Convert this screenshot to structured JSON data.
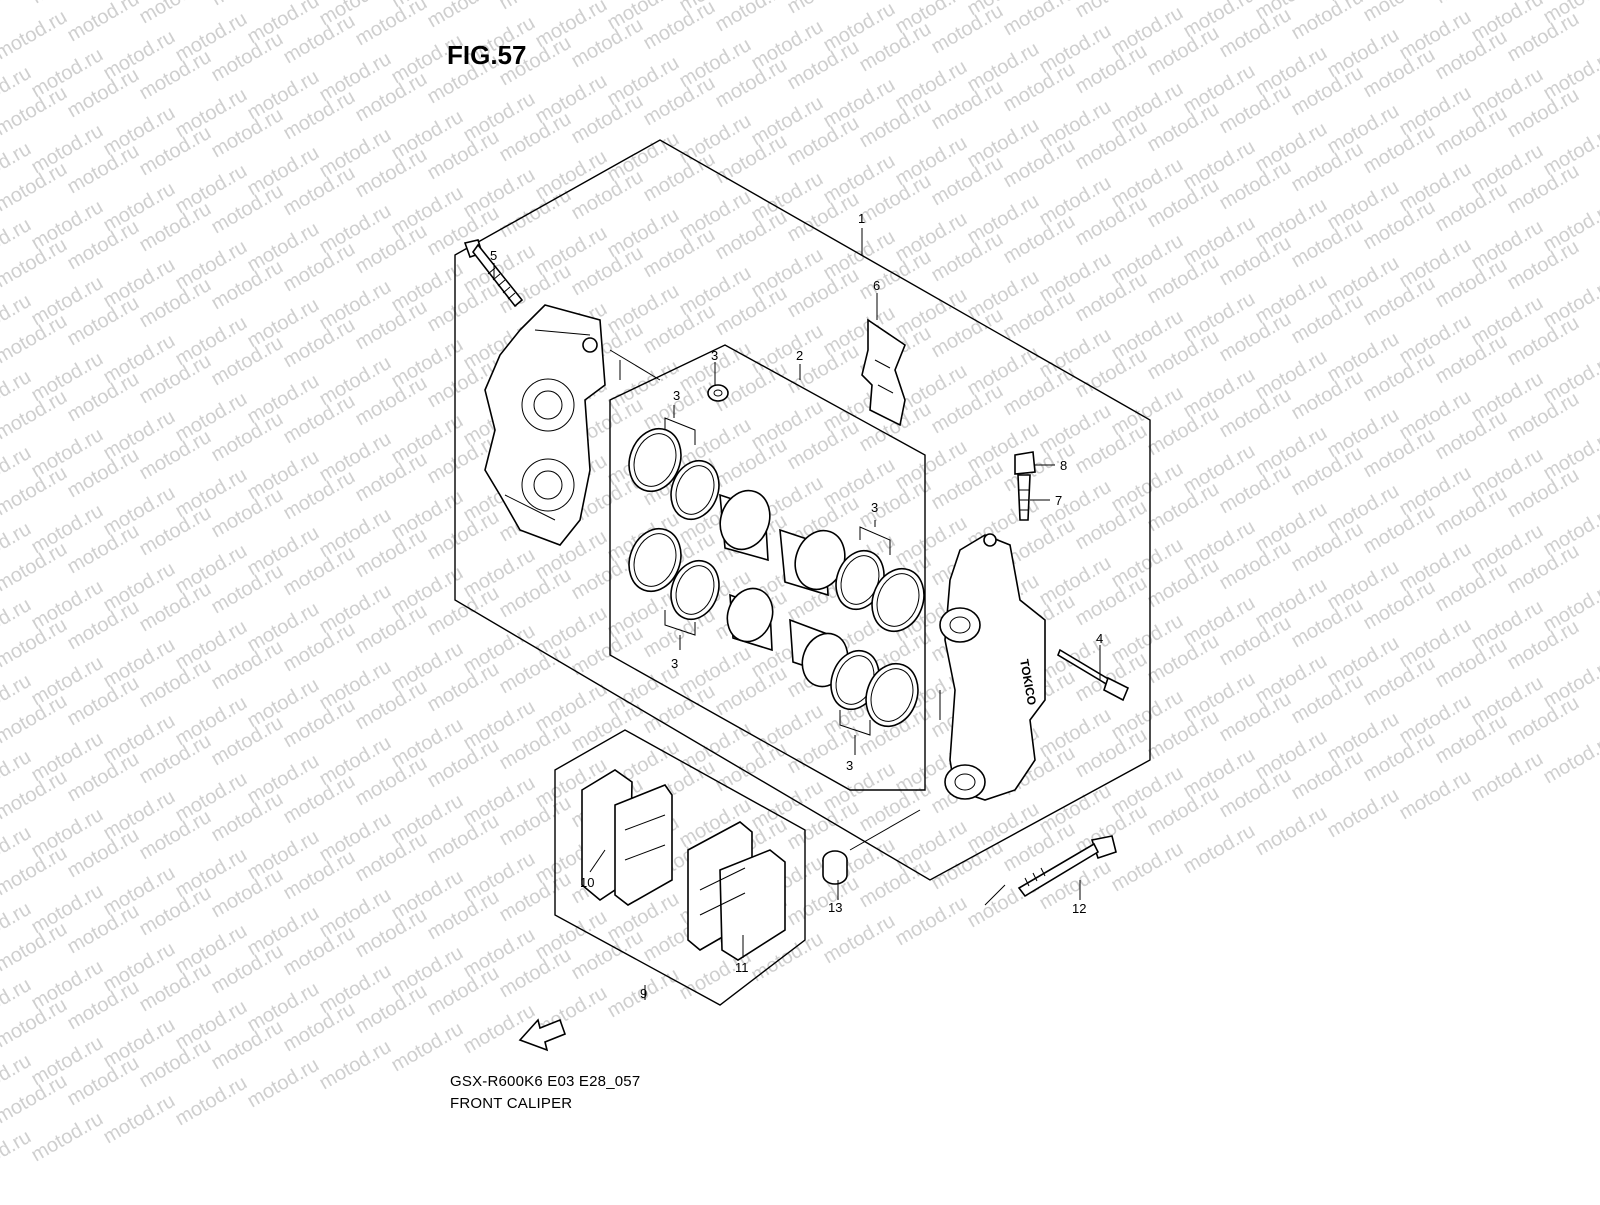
{
  "figure": {
    "title": "FIG.57",
    "model_code": "GSX-R600K6 E03 E28_057",
    "assembly_name": "FRONT CALIPER",
    "watermark": "motod.ru",
    "fwd_label": "FWD"
  },
  "callouts": {
    "c1": "1",
    "c2": "2",
    "c3a": "3",
    "c3b": "3",
    "c3c": "3",
    "c3d": "3",
    "c3e": "3",
    "c4": "4",
    "c5": "5",
    "c6": "6",
    "c7": "7",
    "c8": "8",
    "c9": "9",
    "c10": "10",
    "c11": "11",
    "c12": "12",
    "c13": "13"
  },
  "logo_text": "TOKICO"
}
